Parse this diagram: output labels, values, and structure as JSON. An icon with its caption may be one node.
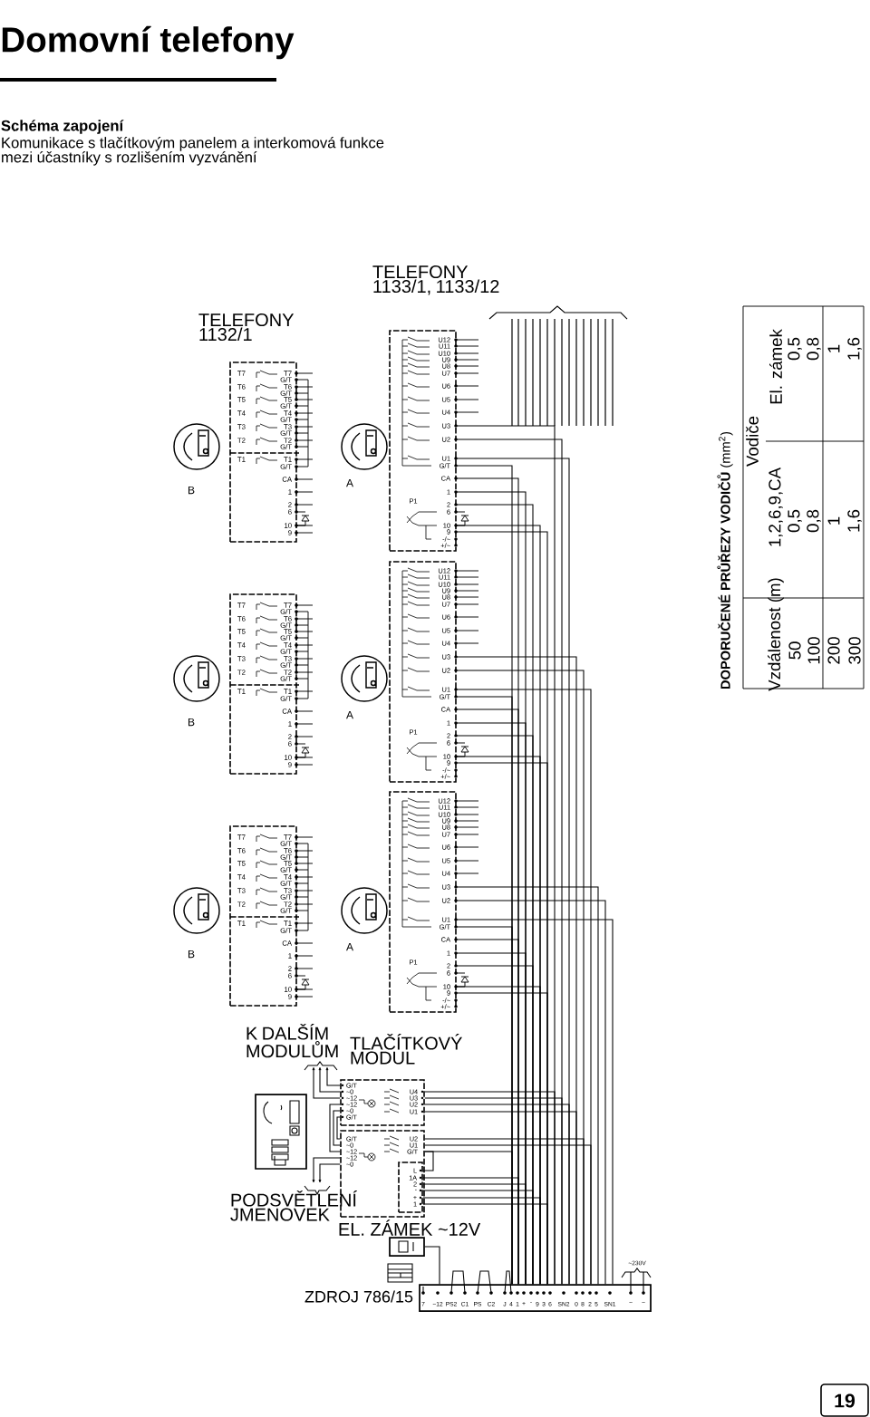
{
  "diagram": {
    "title": "Domovní telefony",
    "nodes": [
      {
        "text": [
          "T7",
          "T6",
          "T5",
          "T4",
          "T3",
          "T2",
          "T1",
          "T7",
          "G/T",
          "T6",
          "G/T",
          "T5",
          "G/T",
          "T4",
          "G/T",
          "T3",
          "G/T",
          "T2",
          "G/T",
          "T1",
          "G/T",
          "CA",
          "1",
          "2",
          "6",
          "10",
          "9"
        ]
      },
      {
        "text": [
          "U12",
          "U11",
          "U10",
          "U9",
          "U8",
          "U7",
          "U6",
          "U5",
          "U4",
          "U3",
          "U2",
          "U1",
          "G/T",
          "CA",
          "1",
          "2",
          "6",
          "10",
          "9",
          "-/~",
          "+/~",
          "P1"
        ]
      },
      {
        "text": [
          "T7",
          "T6",
          "T5",
          "T4",
          "T3",
          "T2",
          "T1",
          "T7",
          "G/T",
          "T6",
          "G/T",
          "T5",
          "G/T",
          "T4",
          "G/T",
          "T3",
          "G/T",
          "T2",
          "G/T",
          "T1",
          "G/T",
          "CA",
          "1",
          "2",
          "6",
          "10",
          "9"
        ]
      },
      {
        "text": [
          "U12",
          "U11",
          "U10",
          "U9",
          "U8",
          "U7",
          "U6",
          "U5",
          "U4",
          "U3",
          "U2",
          "U1",
          "G/T",
          "CA",
          "1",
          "2",
          "6",
          "10",
          "9",
          "-/~",
          "+/~",
          "P1"
        ]
      },
      {
        "text": [
          "T7",
          "T6",
          "T5",
          "T4",
          "T3",
          "T2",
          "T1",
          "T7",
          "G/T",
          "T6",
          "G/T",
          "T5",
          "G/T",
          "T4",
          "G/T",
          "T3",
          "G/T",
          "T2",
          "G/T",
          "T1",
          "G/T",
          "CA",
          "1",
          "2",
          "6",
          "10",
          "9"
        ]
      },
      {
        "text": [
          "U12",
          "U11",
          "U10",
          "U9",
          "U8",
          "U7",
          "U6",
          "U5",
          "U4",
          "U3",
          "U2",
          "U1",
          "G/T",
          "CA",
          "1",
          "2",
          "6",
          "10",
          "9",
          "-/~",
          "+/~",
          "P1"
        ]
      },
      {
        "text": [
          "G/T",
          "~0",
          "~12",
          "~12",
          "~0",
          "G/T",
          "U4",
          "U3",
          "U2",
          "U1"
        ]
      },
      {
        "text": [
          "G/T",
          "~0",
          "~12",
          "~12",
          "~0",
          "U2",
          "U1",
          "G/T"
        ]
      },
      {
        "text": [
          "L",
          "1A",
          "2",
          "-",
          "+",
          "1"
        ],
        "in": 7
      },
      {
        "text": [],
        "shape": "picture"
      },
      {
        "text": [],
        "shape": "picture"
      },
      {
        "text": [
          "ZDROJ 786/15",
          "7",
          "~12",
          "PS2",
          "C1",
          "PS",
          "C2",
          "J",
          "4",
          "1",
          "+",
          "-",
          "9",
          "3",
          "6",
          "SN2",
          "0",
          "8",
          "2",
          "5",
          "SN1",
          "~",
          "~"
        ]
      },
      {
        "text": [
          "K DALŠÍM MODULŮM"
        ]
      },
      {
        "text": [
          "PODSVĚTLENÍ JMENOVEK"
        ]
      }
    ],
    "edges": [
      {
        "from": 1,
        "to": 11,
        "arrow": "none"
      },
      {
        "from": 1,
        "to": 11,
        "arrow": "none"
      },
      {
        "from": 1,
        "to": 11,
        "arrow": "none"
      },
      {
        "from": 1,
        "to": 11,
        "arrow": "none"
      },
      {
        "from": 1,
        "to": 11,
        "arrow": "none"
      },
      {
        "from": 1,
        "to": 11,
        "arrow": "none"
      },
      {
        "from": 1,
        "to": 11,
        "arrow": "none"
      },
      {
        "from": 1,
        "to": 11,
        "arrow": "none"
      },
      {
        "from": 1,
        "to": 11,
        "arrow": "none"
      },
      {
        "from": 3,
        "to": 11,
        "arrow": "none"
      },
      {
        "from": 3,
        "to": 11,
        "arrow": "none"
      },
      {
        "from": 3,
        "to": 11,
        "arrow": "none"
      },
      {
        "from": 3,
        "to": 11,
        "arrow": "none"
      },
      {
        "from": 3,
        "to": 11,
        "arrow": "none"
      },
      {
        "from": 3,
        "to": 11,
        "arrow": "none"
      },
      {
        "from": 3,
        "to": 11,
        "arrow": "none"
      },
      {
        "from": 3,
        "to": 11,
        "arrow": "none"
      },
      {
        "from": 3,
        "to": 11,
        "arrow": "none"
      },
      {
        "from": 5,
        "to": 11,
        "arrow": "none"
      },
      {
        "from": 5,
        "to": 11,
        "arrow": "none"
      },
      {
        "from": 5,
        "to": 11,
        "arrow": "none"
      },
      {
        "from": 5,
        "to": 11,
        "arrow": "none"
      },
      {
        "from": 5,
        "to": 11,
        "arrow": "none"
      },
      {
        "from": 5,
        "to": 11,
        "arrow": "none"
      },
      {
        "from": 5,
        "to": 11,
        "arrow": "none"
      },
      {
        "from": 5,
        "to": 11,
        "arrow": "none"
      },
      {
        "from": 5,
        "to": 11,
        "arrow": "none"
      },
      {
        "from": 6,
        "to": 11,
        "arrow": "none"
      },
      {
        "from": 6,
        "to": 11,
        "arrow": "none"
      },
      {
        "from": 6,
        "to": 11,
        "arrow": "none"
      },
      {
        "from": 6,
        "to": 11,
        "arrow": "none"
      },
      {
        "from": 7,
        "to": 11,
        "arrow": "none"
      },
      {
        "from": 7,
        "to": 11,
        "arrow": "none"
      },
      {
        "from": 7,
        "to": 11,
        "arrow": "none"
      },
      {
        "from": 8,
        "to": 11,
        "arrow": "none"
      },
      {
        "from": 8,
        "to": 11,
        "arrow": "none"
      },
      {
        "from": 8,
        "to": 11,
        "arrow": "none"
      },
      {
        "from": 8,
        "to": 11,
        "arrow": "none"
      },
      {
        "from": 8,
        "to": 11,
        "arrow": "none"
      },
      {
        "from": 6,
        "to": 12,
        "arrow": "to"
      },
      {
        "from": 6,
        "to": 12,
        "arrow": "to"
      },
      {
        "from": 6,
        "to": 12,
        "arrow": "to"
      },
      {
        "from": 7,
        "to": 13,
        "arrow": "to"
      },
      {
        "from": 7,
        "to": 13,
        "arrow": "to"
      },
      {
        "from": 10,
        "to": 11,
        "arrow": "none"
      },
      {
        "from": 6,
        "to": 7,
        "arrow": "none"
      },
      {
        "from": 6,
        "to": 7,
        "arrow": "none"
      },
      {
        "from": 6,
        "to": 7,
        "arrow": "none"
      },
      {
        "from": 8,
        "to": 7,
        "arrow": "none"
      }
    ],
    "labels": [
      "Schéma zapojení",
      "Komunikace s tlačítkovým panelem a interkomová funkce mezi účastníky s rozlišením vyzvánění",
      "TELEFONY 1132/1",
      "TELEFONY 1133/1, 1133/12",
      "B",
      "A",
      "B",
      "A",
      "B",
      "A",
      "TLAČÍTKOVÝ MODUL",
      "EL. ZÁMEK ~12V",
      "~230V",
      "**DOPORUČENÉ PRŮŘEZY VODIČŮ** (mm$^{2}$)",
      "Vodiče",
      "Vzdálenost (m)",
      "1,2,6,9,CA",
      "El. zámek",
      "50",
      "0,5",
      "0,5",
      "100",
      "0,8",
      "0,8",
      "200",
      "1",
      "1",
      "300",
      "1,6",
      "1,6",
      "19"
    ]
  }
}
